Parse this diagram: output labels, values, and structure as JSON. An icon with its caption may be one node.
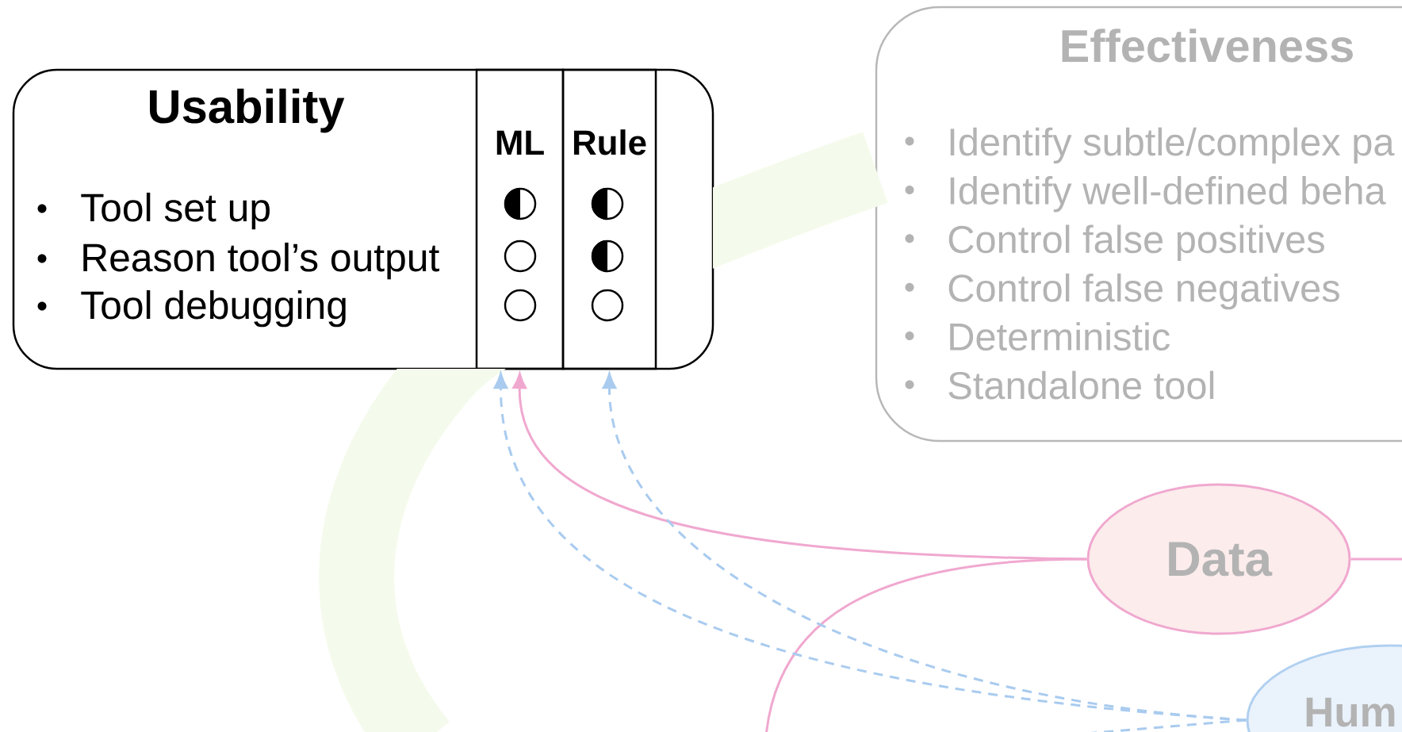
{
  "diagram": {
    "nodes": [
      {
        "text": [
          "Usability",
          "Tool set up",
          "Reason tool’s output",
          "Tool debugging"
        ]
      },
      {
        "text": [
          "ML"
        ],
        "in": 0
      },
      {
        "text": [
          "Rule"
        ],
        "in": 0
      },
      {
        "text": [
          "Effectiveness",
          "Identify subtle/complex pa",
          "Identify well-defined beha",
          "Control false positives",
          "Control false negatives",
          "Deterministic",
          "Standalone tool"
        ]
      },
      {
        "text": [
          "Data"
        ]
      },
      {
        "text": [
          "Hum"
        ]
      }
    ],
    "edges": [
      {
        "from": 3,
        "to": null,
        "arrow": "none",
        "style": "thick",
        "color": "#f4fbec"
      },
      {
        "from": 4,
        "to": 1,
        "arrow": "to",
        "color": "#f0a8cf"
      },
      {
        "from": 4,
        "to": null,
        "arrow": "none",
        "color": "#f0a8cf"
      },
      {
        "from": 4,
        "to": null,
        "arrow": "none",
        "color": "#f0a8cf"
      },
      {
        "from": 5,
        "to": 1,
        "arrow": "to",
        "style": "dashed",
        "color": "#a9cbef"
      },
      {
        "from": 5,
        "to": 2,
        "arrow": "to",
        "style": "dashed",
        "color": "#a9cbef"
      },
      {
        "from": 5,
        "to": null,
        "arrow": "none",
        "style": "dashed",
        "color": "#a9cbef"
      }
    ]
  }
}
